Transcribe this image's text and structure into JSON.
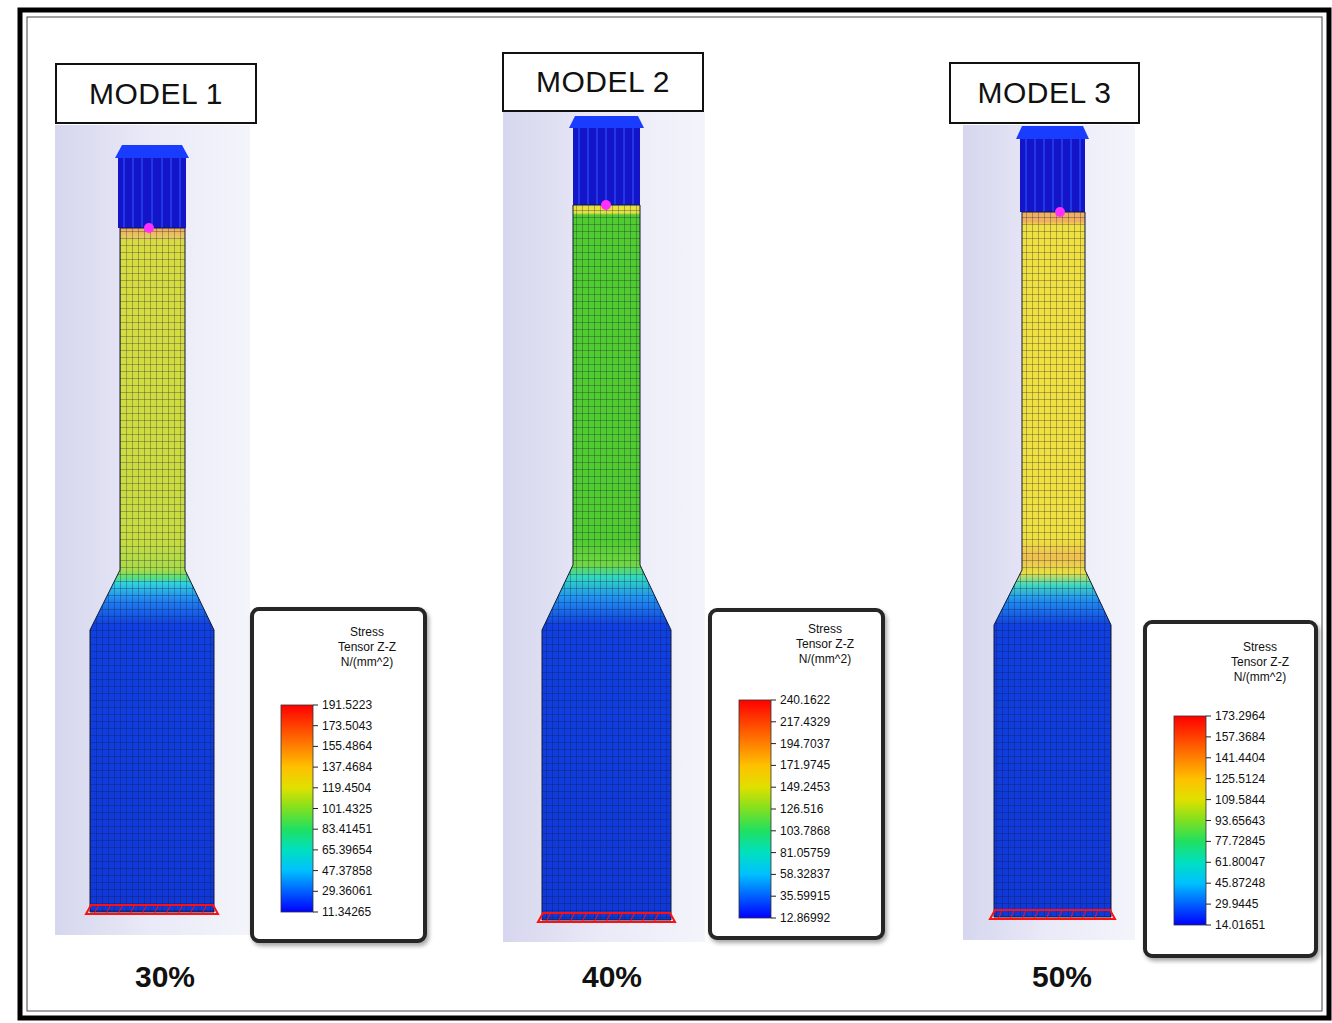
{
  "diagram": {
    "nodes": [
      {
        "text": [
          "MODEL 1"
        ]
      },
      {
        "text": [
          "MODEL 2"
        ]
      },
      {
        "text": [
          "MODEL 3"
        ]
      },
      {
        "text": [
          "Stress Tensor Z-Z N/(mm^2)",
          "191.5223",
          "173.5043",
          "155.4864",
          "137.4684",
          "119.4504",
          "101.4325",
          "83.41451",
          "65.39654",
          "47.37858",
          "29.36061",
          "11.34265"
        ]
      },
      {
        "text": [
          "Stress Tensor Z-Z N/(mm^2)",
          "240.1622",
          "217.4329",
          "194.7037",
          "171.9745",
          "149.2453",
          "126.516",
          "103.7868",
          "81.05759",
          "58.32837",
          "35.59915",
          "12.86992"
        ]
      },
      {
        "text": [
          "Stress Tensor Z-Z N/(mm^2)",
          "173.2964",
          "157.3684",
          "141.4404",
          "125.5124",
          "109.5844",
          "93.65643",
          "77.72845",
          "61.80047",
          "45.87248",
          "29.9445",
          "14.01651"
        ]
      }
    ],
    "labels": [
      "30%",
      "40%",
      "50%"
    ]
  }
}
